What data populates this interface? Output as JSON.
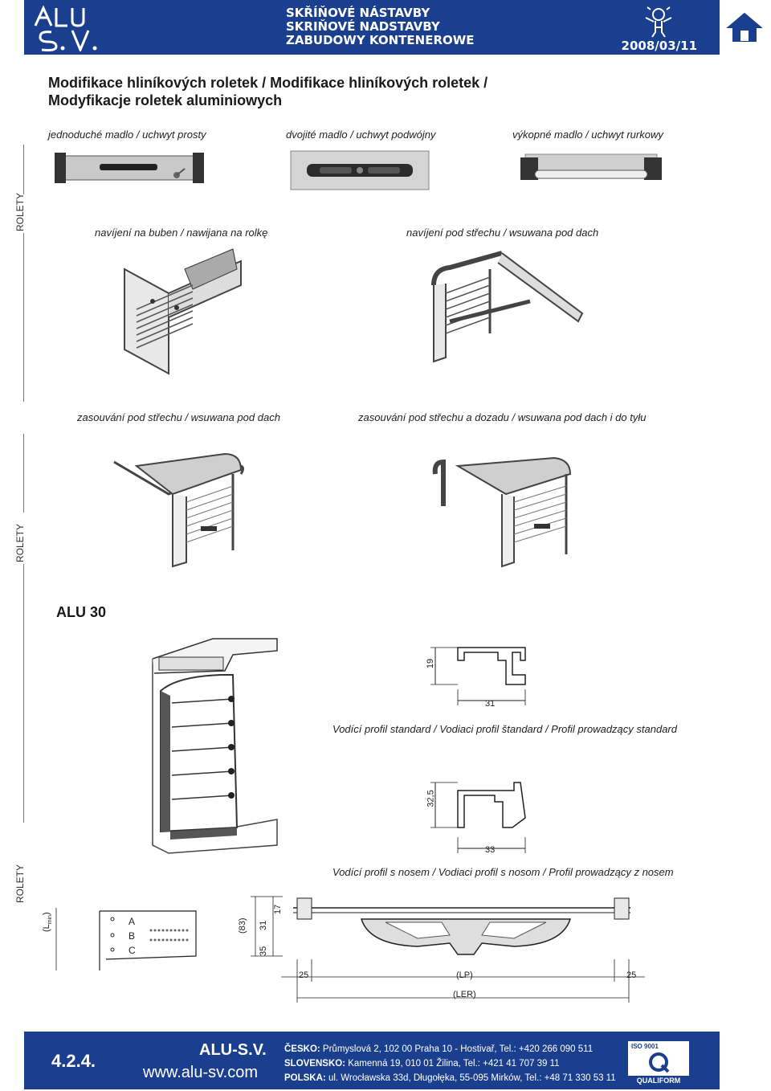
{
  "header": {
    "logo_text": "ALU S.V.",
    "title_lines": [
      "SKŘÍŇOVÉ NÁSTAVBY",
      "SKRIŇOVÉ NADSTAVBY",
      "ZABUDOWY KONTENEROWE"
    ],
    "date": "2008/03/11",
    "mascot_icon": "mascot-icon",
    "home_icon": "home-icon"
  },
  "document": {
    "title_line1": "Modifikace hliníkových roletek / Modifikace hliníkových roletek /",
    "title_line2": "Modyfikacje roletek aluminiowych"
  },
  "side_labels": [
    "ROLETY",
    "ROLETY",
    "ROLETY"
  ],
  "handles": {
    "single": "jednoduché madlo / uchwyt prosty",
    "double": "dvojité madlo / uchwyt podwójny",
    "flip": "výkopné madlo / uchwyt rurkowy"
  },
  "winding": {
    "drum": "navíjení na buben / nawijana na rolkę",
    "under_roof": "navíjení pod střechu / wsuwana pod dach"
  },
  "sliding": {
    "under_roof": "zasouvání pod střechu / wsuwana pod dach",
    "under_roof_back": "zasouvání pod střechu a dozadu / wsuwana pod dach i do tyłu"
  },
  "alu30": {
    "heading": "ALU 30",
    "profile_standard": {
      "caption": "Vodící profil standard / Vodiaci profil štandard  / Profil prowadzący standard",
      "height": "19",
      "width": "31"
    },
    "profile_nose": {
      "caption": "Vodící profil s nosem /  Vodiaci profil s nosom / Profil prowadzący z nosem",
      "height": "32,5",
      "width": "33"
    }
  },
  "bottom_drawing": {
    "lmin": "(L",
    "lmin_sub": "min",
    "lmin_close": ")",
    "rows": [
      "A",
      "B",
      "C"
    ],
    "dim_83": "(83)",
    "dim_35": "35",
    "dim_31": "31",
    "dim_17": "17",
    "dim_left": "25",
    "dim_lp": "(LP)",
    "dim_right": "25",
    "dim_ler": "(LER)"
  },
  "footer": {
    "section": "4.2.4.",
    "brand": "ALU-S.V.",
    "url": "www.alu-sv.com",
    "cz_label": "ČESKO:",
    "cz_text": " Průmyslová 2, 102 00 Praha 10 - Hostivař, Tel.: +420 266 090 511",
    "sk_label": "SLOVENSKO:",
    "sk_text": " Kamenná 19, 010 01 Žilina,  Tel.: +421 41 707 39 11",
    "pl_label": "POLSKA:",
    "pl_text": " ul. Wrocławska 33d, Długołęka, 55-095 Mirków, Tel.: +48 71 330 53 11",
    "iso_top": "ISO 9001",
    "iso_bottom": "QUALIFORM"
  },
  "colors": {
    "brand_blue": "#1b3f8f"
  }
}
